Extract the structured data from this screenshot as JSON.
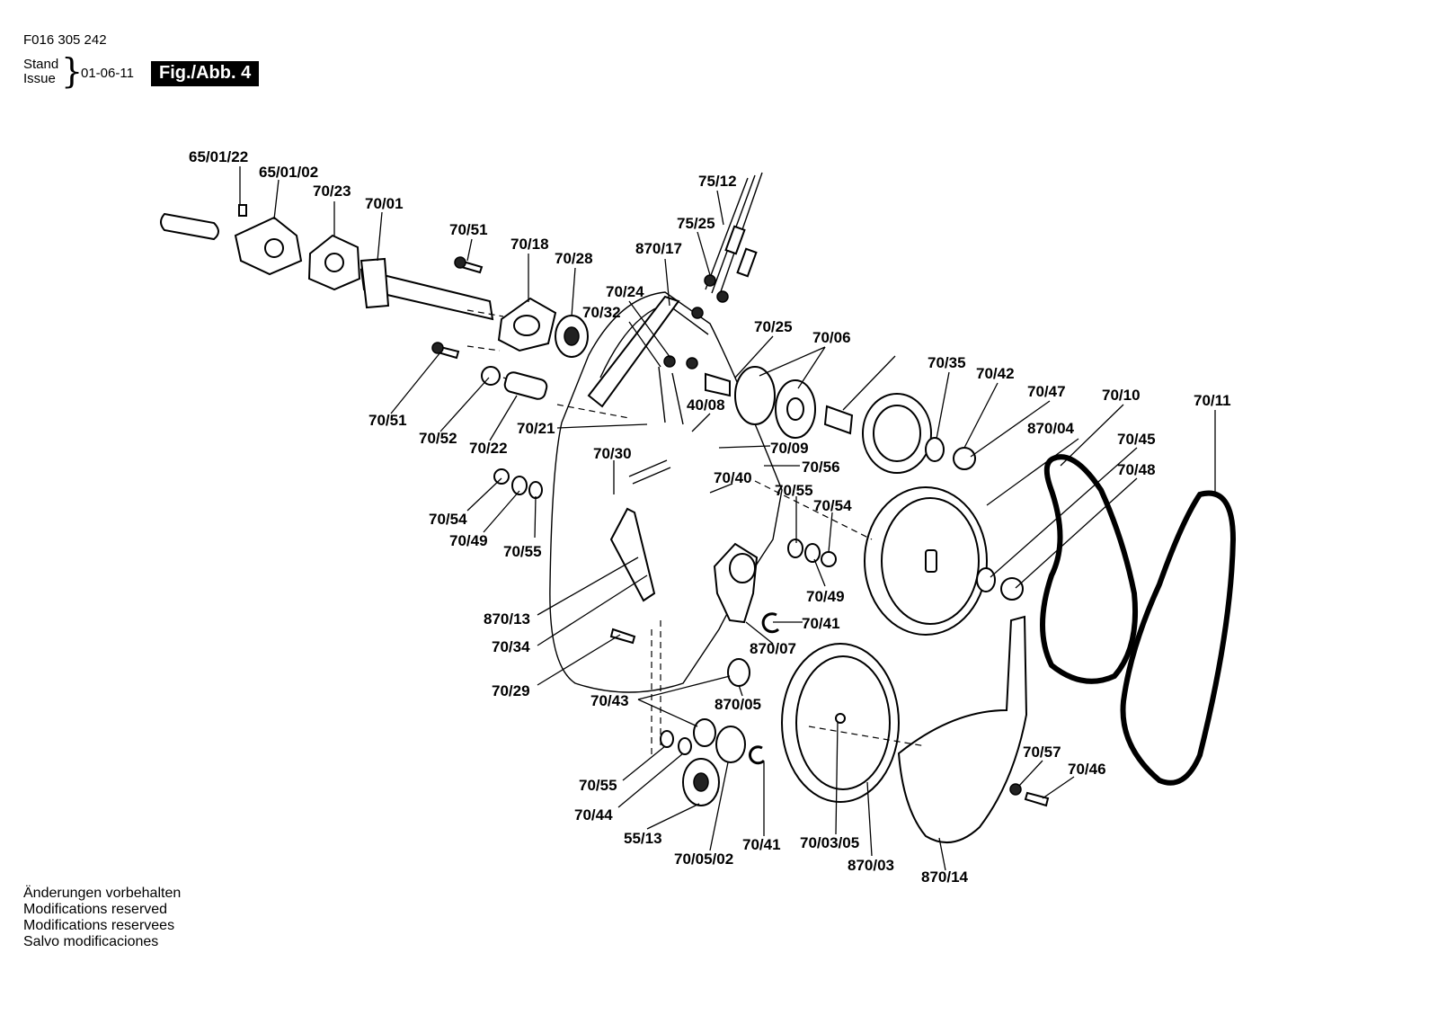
{
  "header": {
    "document_number": "F016 305 242",
    "stand_label": "Stand",
    "issue_label": "Issue",
    "date": "01-06-11",
    "figure_label": "Fig./Abb. 4"
  },
  "footer": {
    "lines": [
      "Änderungen vorbehalten",
      "Modifications reserved",
      "Modifications reservees",
      "Salvo modificaciones"
    ]
  },
  "parts": [
    "65/01/22",
    "65/01/02",
    "70/23",
    "70/01",
    "70/51",
    "70/18",
    "70/28",
    "870/17",
    "75/12",
    "75/25",
    "70/24",
    "70/32",
    "70/25",
    "70/06",
    "70/35",
    "70/42",
    "70/47",
    "70/10",
    "70/11",
    "40/08",
    "70/51",
    "70/52",
    "70/22",
    "70/21",
    "70/09",
    "70/56",
    "870/04",
    "70/45",
    "70/48",
    "70/30",
    "70/40",
    "70/55",
    "70/54",
    "70/54",
    "70/49",
    "70/55",
    "70/49",
    "70/41",
    "870/13",
    "870/07",
    "70/34",
    "70/29",
    "70/43",
    "870/05",
    "70/57",
    "70/46",
    "70/55",
    "70/44",
    "55/13",
    "70/05/02",
    "70/41",
    "70/03/05",
    "870/03",
    "870/14"
  ]
}
